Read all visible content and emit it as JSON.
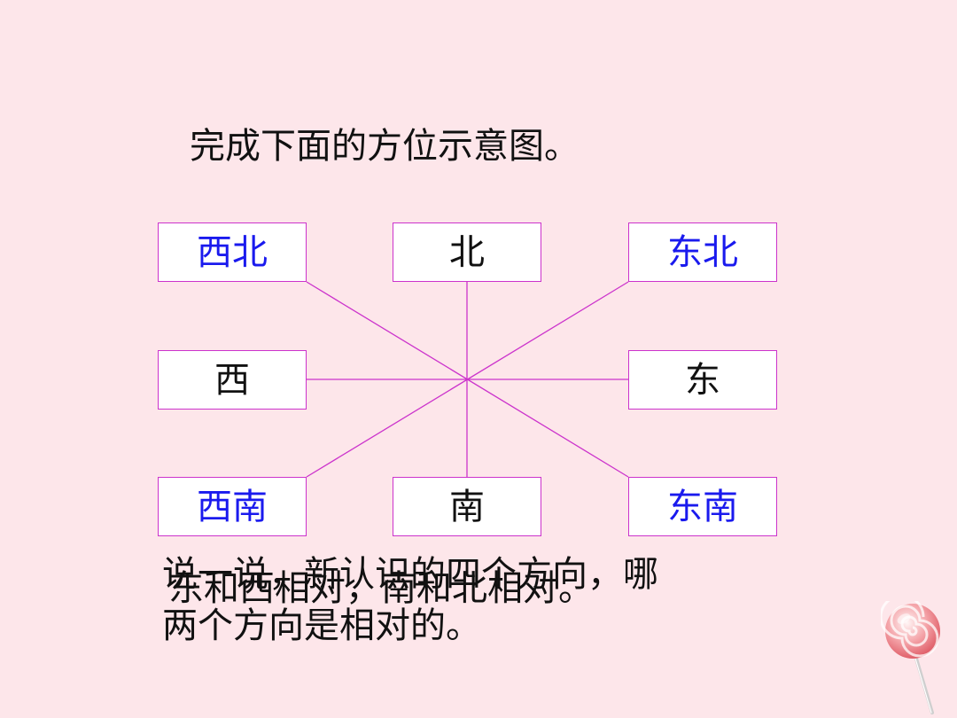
{
  "title": "完成下面的方位示意图。",
  "colors": {
    "background": "#fde6ea",
    "box_border": "#cc33cc",
    "line": "#cc33cc",
    "filled_answer": "#1a1aee",
    "given_label": "#111111"
  },
  "directions": {
    "northwest": "西北",
    "north": "北",
    "northeast": "东北",
    "west": "西",
    "east": "东",
    "southwest": "西南",
    "south": "南",
    "southeast": "东南"
  },
  "question": {
    "line1": "说一说，新认识的四个方向，哪",
    "line2": "两个方向是相对的。"
  },
  "answer": "东和西相对，南和北相对。",
  "decoration": {
    "icon": "lollipop-icon"
  }
}
